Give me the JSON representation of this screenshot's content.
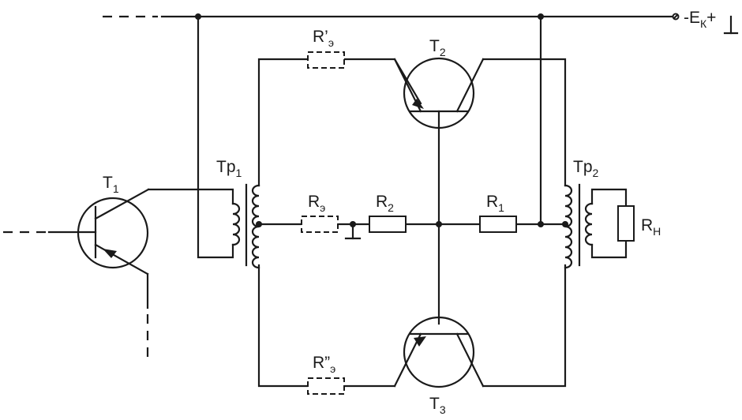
{
  "labels": {
    "t1": "T",
    "t1_sub": "1",
    "t2": "T",
    "t2_sub": "2",
    "t3": "T",
    "t3_sub": "3",
    "tr1": "Tp",
    "tr1_sub": "1",
    "tr2": "Tp",
    "tr2_sub": "2",
    "re_prime": "R’",
    "re_prime_sub": "э",
    "re": "R",
    "re_sub": "э",
    "re_dprime": "R”",
    "re_dprime_sub": "э",
    "r1": "R",
    "r1_sub": "1",
    "r2": "R",
    "r2_sub": "2",
    "rh": "R",
    "rh_sub": "Н",
    "supply_prefix": "-E",
    "supply_sub": "К",
    "supply_suffix": "+"
  }
}
